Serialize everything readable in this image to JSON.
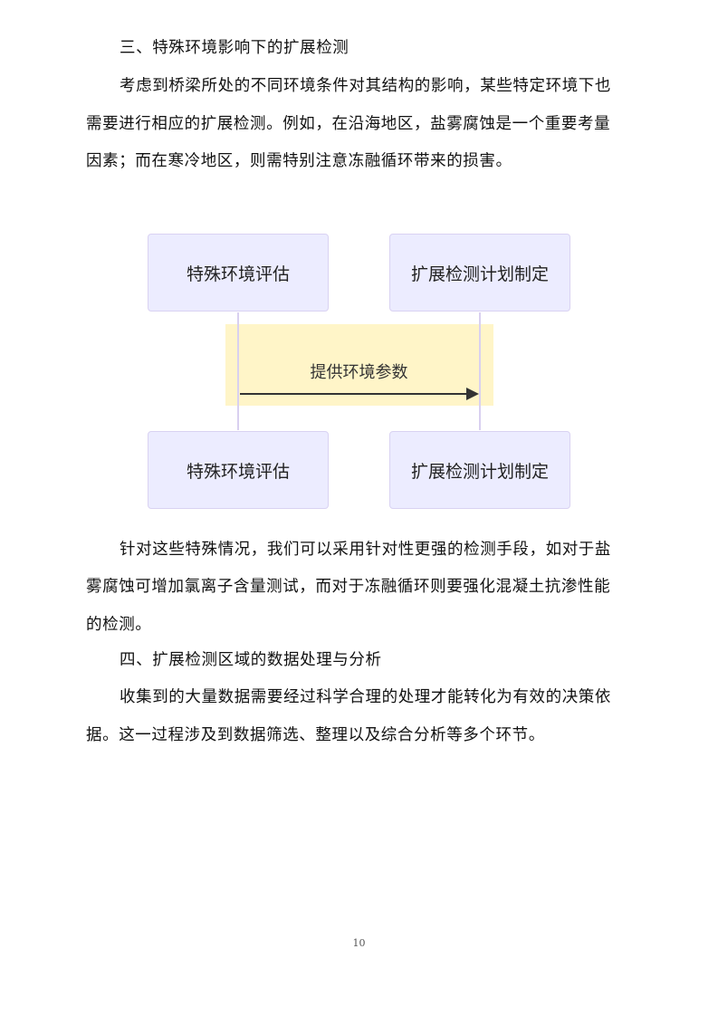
{
  "section3": {
    "heading": "三、特殊环境影响下的扩展检测",
    "paragraph_lines": [
      "考虑到桥梁所处的不同环境条件对其结构的影响，某些特定环境下也",
      "需要进行相应的扩展检测。例如，在沿海地区，盐雾腐蚀是一个重要考量",
      "因素；而在寒冷地区，则需特别注意冻融循环带来的损害。"
    ]
  },
  "diagram": {
    "type": "sequence",
    "participants": [
      "特殊环境评估",
      "扩展检测计划制定"
    ],
    "message": "提供环境参数",
    "colors": {
      "participant_fill": "#ECECFF",
      "participant_border": "#D9D2F2",
      "note_fill": "#FFF5C8",
      "arrow": "#333333"
    }
  },
  "paragraph2_lines": [
    "针对这些特殊情况，我们可以采用针对性更强的检测手段，如对于盐",
    "雾腐蚀可增加氯离子含量测试，而对于冻融循环则要强化混凝土抗渗性能",
    "的检测。"
  ],
  "section4": {
    "heading": "四、扩展检测区域的数据处理与分析",
    "paragraph_lines": [
      "收集到的大量数据需要经过科学合理的处理才能转化为有效的决策依",
      "据。这一过程涉及到数据筛选、整理以及综合分析等多个环节。"
    ]
  },
  "page_number": "10"
}
